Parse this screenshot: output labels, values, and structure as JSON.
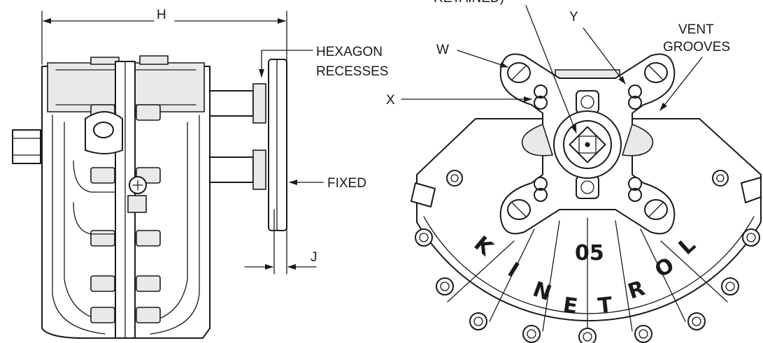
{
  "labels": {
    "h": "H",
    "hexagon_1": "HEXAGON",
    "hexagon_2": "RECESSES",
    "fixed": "FIXED",
    "j": "J",
    "retained": "RETAINED)",
    "w": "W",
    "x": "X",
    "y": "Y",
    "vent_1": "VENT",
    "vent_2": "GROOVES"
  },
  "brand": {
    "k": "K",
    "i": "I",
    "n": "N",
    "e": "E",
    "t": "T",
    "r": "R",
    "o": "O",
    "l": "L",
    "model": "05"
  }
}
